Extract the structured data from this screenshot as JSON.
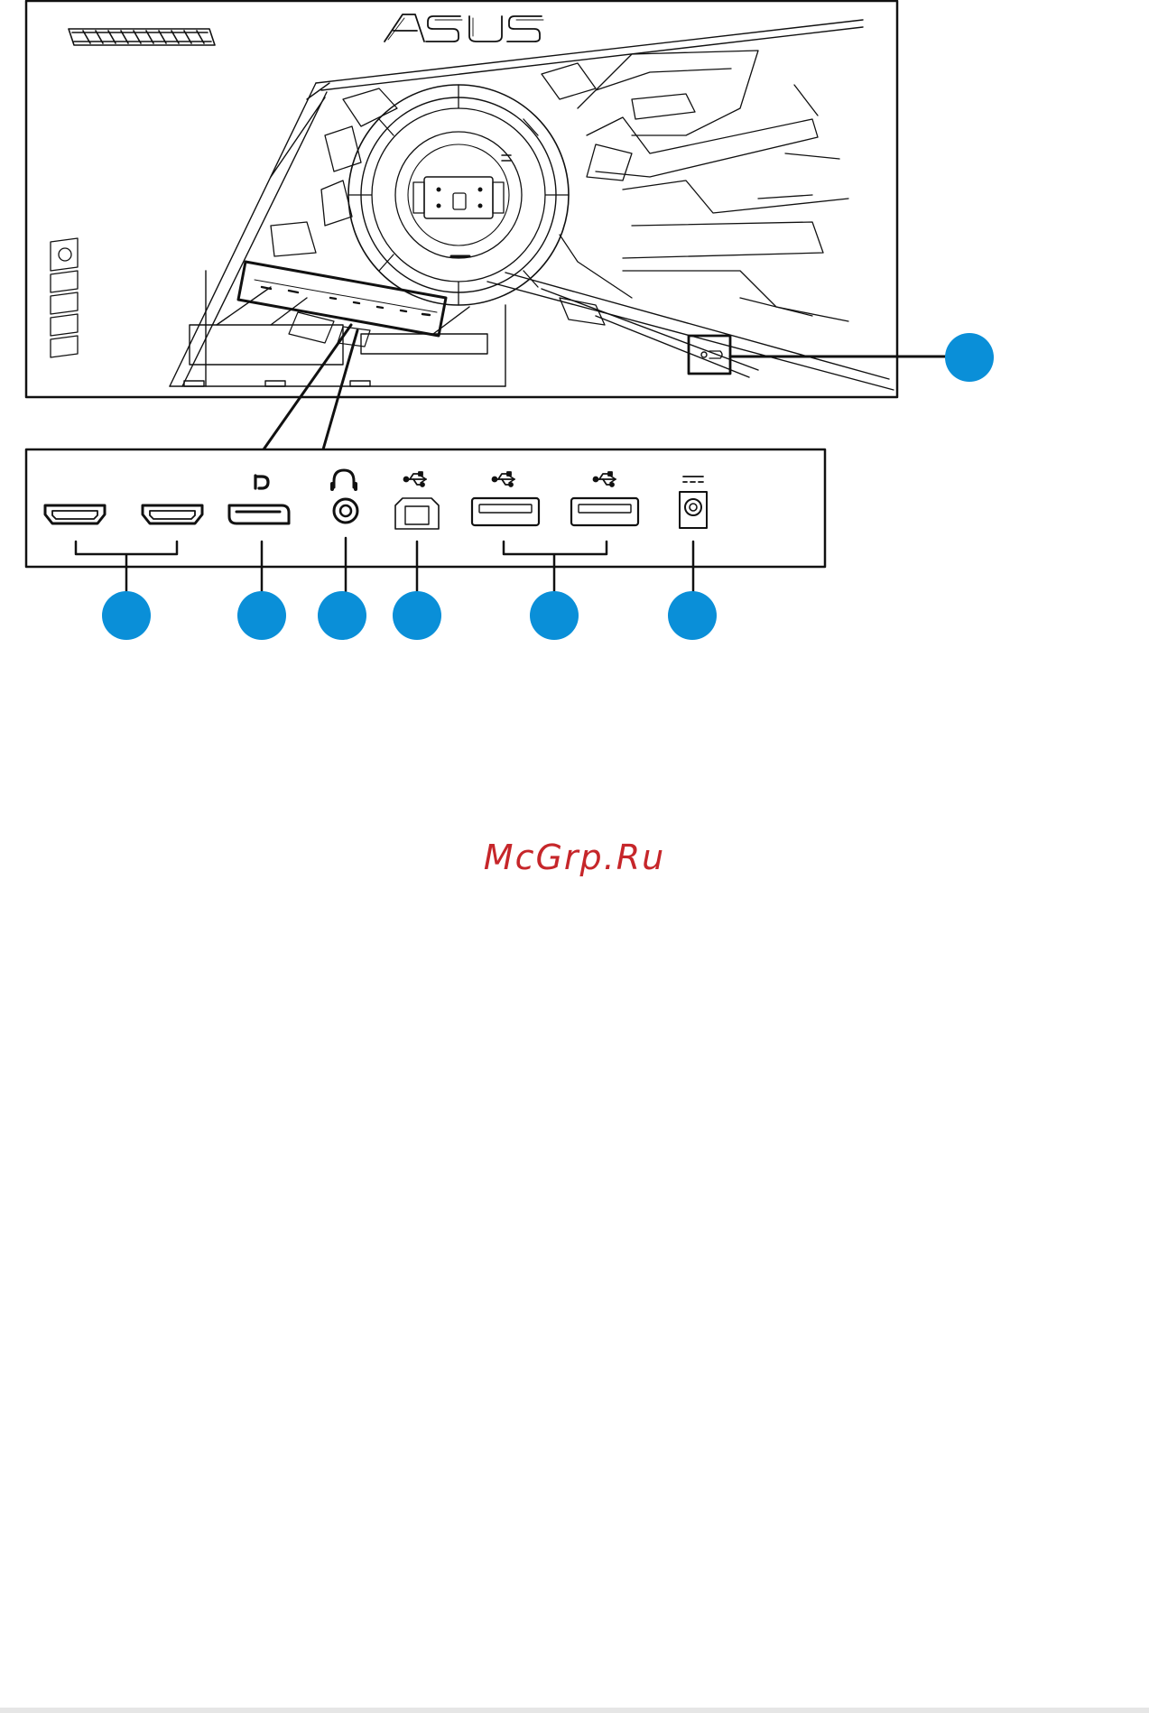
{
  "monitor": {
    "brand_logo_text": "ASUS"
  },
  "watermark": {
    "text": "McGrp.Ru"
  },
  "ports": [
    {
      "name": "hdmi-port-2"
    },
    {
      "name": "hdmi-port-1"
    },
    {
      "name": "displayport"
    },
    {
      "name": "earphone-jack"
    },
    {
      "name": "usb-b-upstream"
    },
    {
      "name": "usb-a-downstream-1"
    },
    {
      "name": "usb-a-downstream-2"
    },
    {
      "name": "dc-in"
    }
  ],
  "colors": {
    "callout_marker": "#0a8fd8",
    "outline": "#111111",
    "watermark": "#c6262a",
    "footer": "#e6e6e6"
  }
}
